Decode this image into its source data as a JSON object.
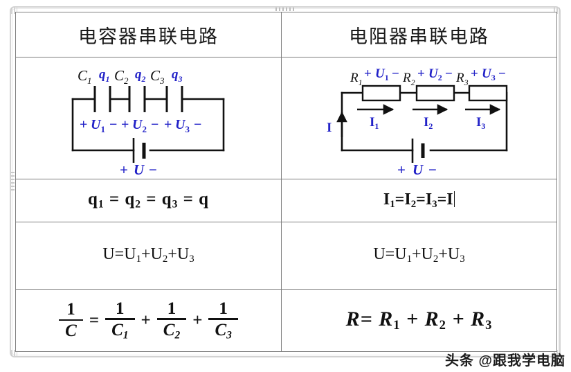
{
  "table": {
    "headers": {
      "left": "电容器串联电路",
      "right": "电阻器串联电路"
    },
    "rows": {
      "charge_current": {
        "left": {
          "q1": "q",
          "s1": "1",
          "eq1": " = ",
          "q2": "q",
          "s2": "2",
          "eq2": " = ",
          "q3": "q",
          "s3": "3",
          "eq3": " = ",
          "q4": "q"
        },
        "left_plain": "q1 = q2 = q3 = q",
        "right": {
          "i1": "I",
          "s1": "1",
          "eq1": "=",
          "i2": "I",
          "s2": "2",
          "eq2": "=",
          "i3": "I",
          "s3": "3",
          "eq3": "=",
          "i4": "I"
        },
        "right_plain": "I1=I2=I3=I",
        "right_has_caret": true
      },
      "voltage": {
        "left_plain": "U=U1+U2+U3",
        "right_plain": "U=U1+U2+U3",
        "parts": {
          "u": "U",
          "eq": "=",
          "u1": "U",
          "s1": "1",
          "plus1": "+",
          "u2": "U",
          "s2": "2",
          "plus2": "+",
          "u3": "U",
          "s3": "3"
        }
      },
      "equivalent": {
        "left_plain": "1/C = 1/C1 + 1/C2 + 1/C3",
        "left_frac": {
          "one": "1",
          "c": "C",
          "c1": "C",
          "c1sub": "1",
          "c2": "C",
          "c2sub": "2",
          "c3": "C",
          "c3sub": "3",
          "equals": "=",
          "plus": "+"
        },
        "right_plain": "R = R1 + R2 + R3",
        "right_parts": {
          "r": "R",
          "equals": "=",
          "r1": "R",
          "r1sub": "1",
          "plus1": "+",
          "r2": "R",
          "r2sub": "2",
          "plus2": "+",
          "r3": "R",
          "r3sub": "3"
        }
      }
    }
  },
  "circuit_capacitor": {
    "name": "capacitor-series-circuit",
    "components": [
      {
        "type": "capacitor",
        "label": "C",
        "sub": "1",
        "charge": "q",
        "charge_sub": "1",
        "voltage": "U",
        "voltage_sub": "1"
      },
      {
        "type": "capacitor",
        "label": "C",
        "sub": "2",
        "charge": "q",
        "charge_sub": "2",
        "voltage": "U",
        "voltage_sub": "2"
      },
      {
        "type": "capacitor",
        "label": "C",
        "sub": "3",
        "charge": "q",
        "charge_sub": "3",
        "voltage": "U",
        "voltage_sub": "3"
      }
    ],
    "source": {
      "plus": "+",
      "symbol": "U",
      "minus": "−"
    },
    "polarity_plus": "+",
    "polarity_minus": "−"
  },
  "circuit_resistor": {
    "name": "resistor-series-circuit",
    "components": [
      {
        "type": "resistor",
        "label": "R",
        "sub": "1",
        "voltage": "U",
        "voltage_sub": "1",
        "current": "I",
        "current_sub": "1"
      },
      {
        "type": "resistor",
        "label": "R",
        "sub": "2",
        "voltage": "U",
        "voltage_sub": "2",
        "current": "I",
        "current_sub": "2"
      },
      {
        "type": "resistor",
        "label": "R",
        "sub": "3",
        "voltage": "U",
        "voltage_sub": "3",
        "current": "I",
        "current_sub": "3"
      }
    ],
    "total_current": "I",
    "source": {
      "plus": "+",
      "symbol": "U",
      "minus": "−"
    },
    "polarity_plus": "+",
    "polarity_minus": "−"
  },
  "colors": {
    "label_blue": "#2222c8",
    "wire_black": "#111111",
    "table_border": "#7d7d7d",
    "frame_gray": "#d2d2d2"
  },
  "watermark": "头条 @跟我学电脑"
}
